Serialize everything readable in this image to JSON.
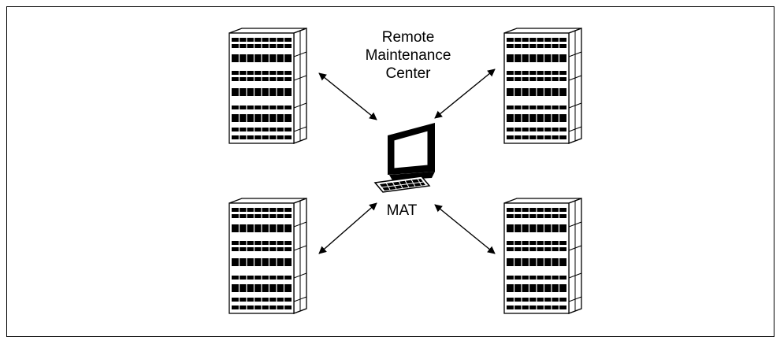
{
  "diagram": {
    "center_label_lines": [
      "Remote",
      "Maintenance",
      "Center"
    ],
    "terminal_label": "MAT"
  },
  "colors": {
    "line": "#000000",
    "background": "#ffffff"
  },
  "icons": {
    "rack": "server-rack-icon",
    "terminal": "computer-terminal-icon",
    "arrow": "double-headed-arrow"
  }
}
